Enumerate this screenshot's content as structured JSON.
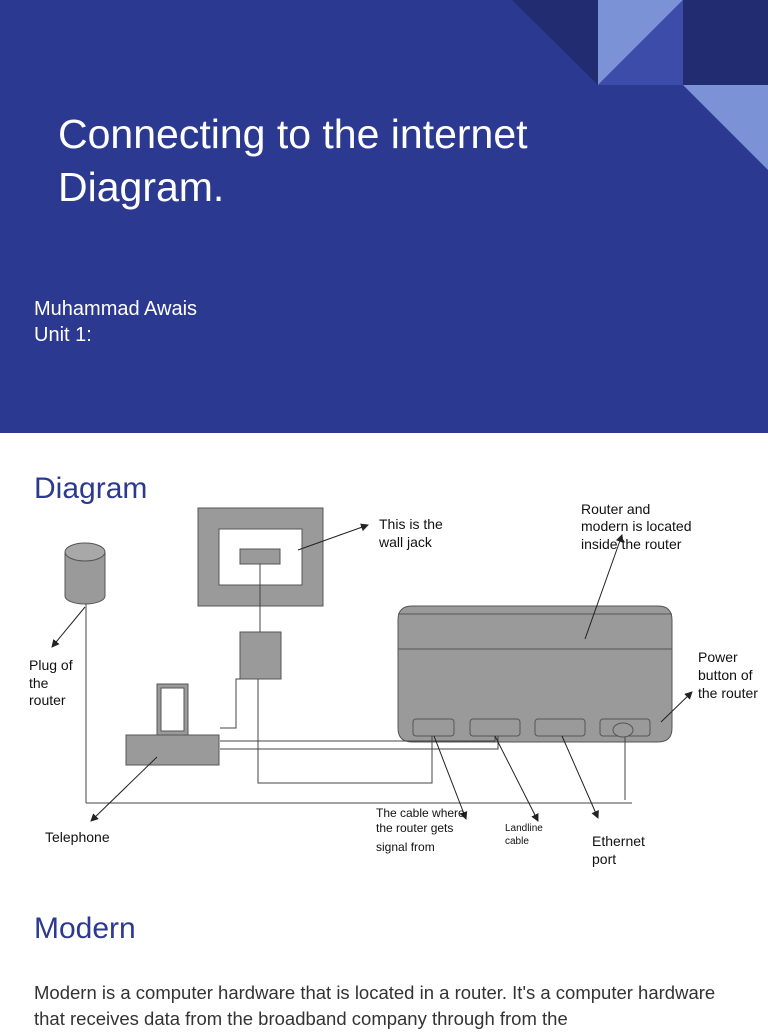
{
  "slide1": {
    "title_line1": "Connecting to the internet",
    "title_line2": "Diagram.",
    "author": "Muhammad Awais",
    "unit": "Unit 1:",
    "colors": {
      "background": "#2b3990",
      "accent_dark": "#222c70",
      "accent_light": "#7b93d6",
      "accent_mid": "#3d4ca8"
    }
  },
  "diagram_section": {
    "heading": "Diagram",
    "labels": {
      "wall_jack_1": "This is the",
      "wall_jack_2": "wall jack",
      "router_1": "Router and",
      "router_2": "modern is located",
      "router_3": "inside the router",
      "plug_1": "Plug of",
      "plug_2": "the",
      "plug_3": "router",
      "power_1": "Power",
      "power_2": "button of",
      "power_3": "the router",
      "telephone": "Telephone",
      "cable_1": "The cable where",
      "cable_2": "the router gets",
      "cable_3": "signal from",
      "landline_1": "Landline",
      "landline_2": "cable",
      "ethernet_1": "Ethernet",
      "ethernet_2": "port"
    },
    "colors": {
      "device_fill": "#9a9a9a",
      "device_stroke": "#555555"
    }
  },
  "modern_section": {
    "heading": "Modern",
    "body": "Modern is a computer hardware that is located in a router. It's a computer hardware that receives data from the broadband company through from the"
  }
}
